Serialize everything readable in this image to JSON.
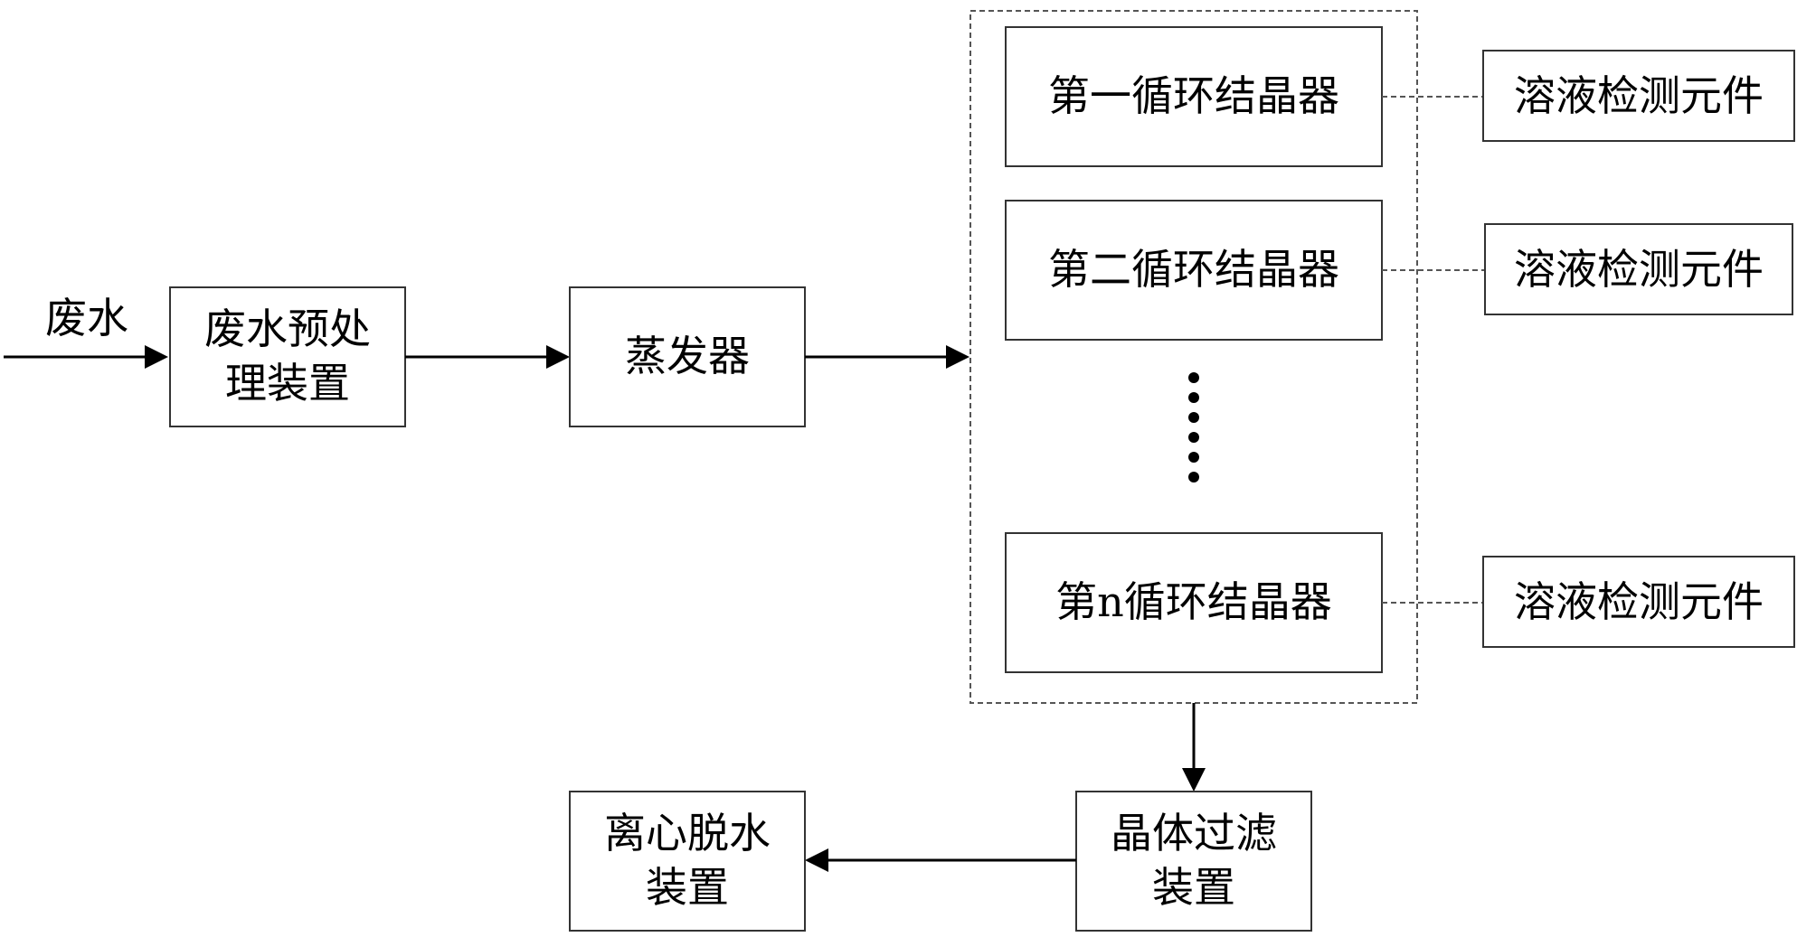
{
  "input": {
    "label": "废水"
  },
  "pretreatment": {
    "line1": "废水预处",
    "line2": "理装置"
  },
  "evaporator": {
    "label": "蒸发器"
  },
  "crystallizers": [
    {
      "label": "第一循环结晶器"
    },
    {
      "label": "第二循环结晶器"
    },
    {
      "label": "第n循环结晶器"
    }
  ],
  "detectors": [
    {
      "label": "溶液检测元件"
    },
    {
      "label": "溶液检测元件"
    },
    {
      "label": "溶液检测元件"
    }
  ],
  "filter": {
    "line1": "晶体过滤",
    "line2": "装置"
  },
  "centrifuge": {
    "line1": "离心脱水",
    "line2": "装置"
  }
}
